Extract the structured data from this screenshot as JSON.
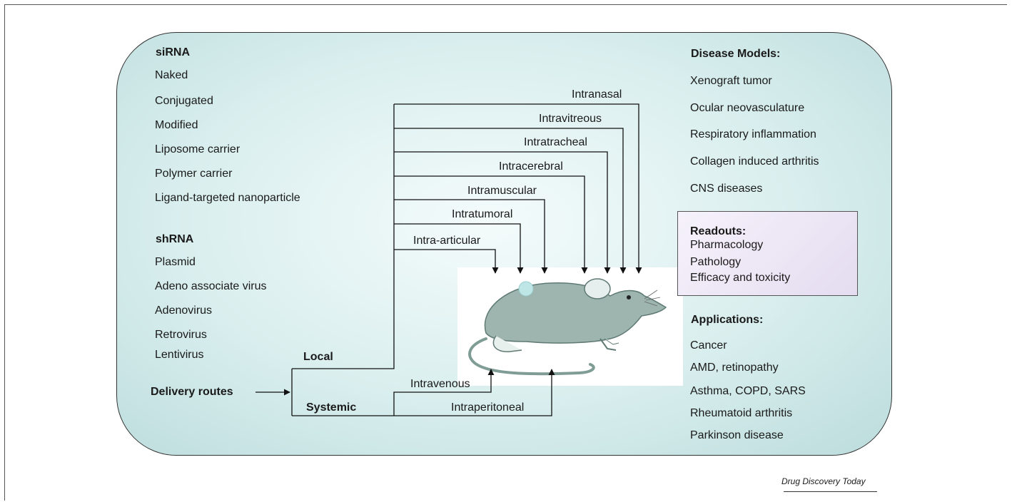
{
  "sirna": {
    "title": "siRNA",
    "items": [
      "Naked",
      "Conjugated",
      "Modified",
      "Liposome carrier",
      "Polymer carrier",
      "Ligand-targeted nanoparticle"
    ]
  },
  "shrna": {
    "title": "shRNA",
    "items": [
      "Plasmid",
      "Adeno associate virus",
      "Adenovirus",
      "Retrovirus",
      "Lentivirus"
    ]
  },
  "delivery": {
    "label": "Delivery routes",
    "local_label": "Local",
    "systemic_label": "Systemic"
  },
  "local_routes": [
    "Intranasal",
    "Intravitreous",
    "Intratracheal",
    "Intracerebral",
    "Intramuscular",
    "Intratumoral",
    "Intra-articular"
  ],
  "systemic_routes": [
    "Intravenous",
    "Intraperitoneal"
  ],
  "disease_models": {
    "title": "Disease Models:",
    "items": [
      "Xenograft tumor",
      "Ocular neovasculature",
      "Respiratory inflammation",
      "Collagen induced arthritis",
      "CNS diseases"
    ]
  },
  "readouts": {
    "title": "Readouts:",
    "items": [
      "Pharmacology",
      "Pathology",
      "Efficacy and toxicity"
    ]
  },
  "applications": {
    "title": "Applications:",
    "items": [
      "Cancer",
      "AMD, retinopathy",
      "Asthma, COPD, SARS",
      "Rheumatoid arthritis",
      "Parkinson disease"
    ]
  },
  "credit": "Drug Discovery Today",
  "colors": {
    "panel": "#d9eeee",
    "readouts_box": "#e9e2f3",
    "mouse_body": "#9db5ae",
    "mouse_outline": "#5f7a74",
    "injection_site": "#bfe6e6"
  },
  "icons": [
    "mouse-illustration"
  ]
}
